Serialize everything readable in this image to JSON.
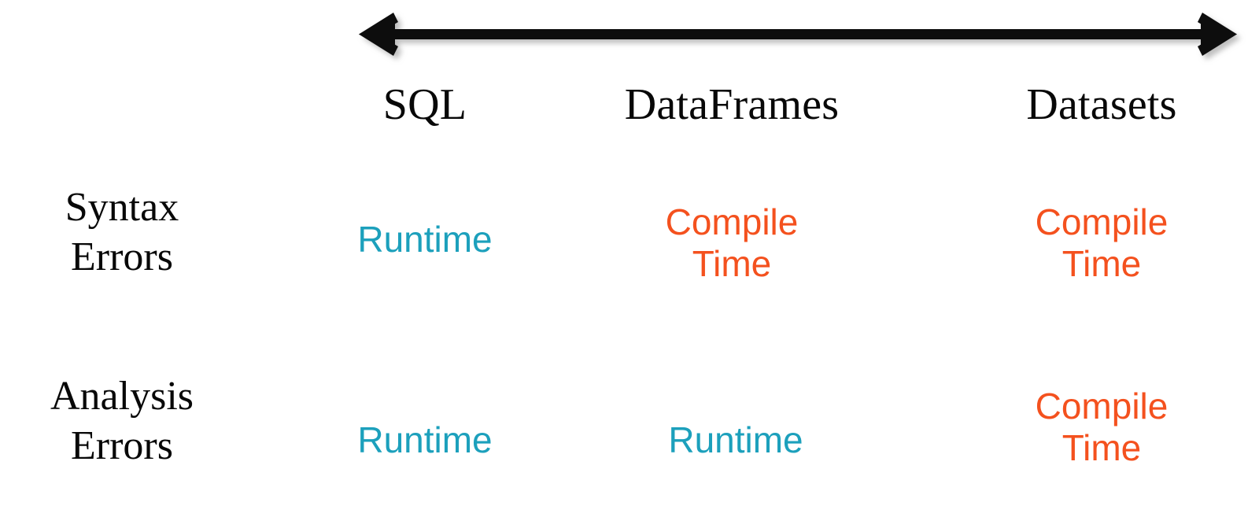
{
  "axis": {
    "name": "double-headed-arrow",
    "direction": "bidirectional",
    "color": "#0A0A0A"
  },
  "colors": {
    "runtime": "#1CA0BC",
    "compile_time": "#F4511E",
    "text": "#080808",
    "background": "#FFFFFF"
  },
  "matrix": {
    "columns": [
      {
        "label": "SQL"
      },
      {
        "label": "DataFrames"
      },
      {
        "label": "Datasets"
      }
    ],
    "rows": [
      {
        "label_lines": [
          "Syntax",
          "Errors"
        ],
        "cells": [
          {
            "lines": [
              "Runtime"
            ],
            "kind": "runtime"
          },
          {
            "lines": [
              "Compile",
              "Time"
            ],
            "kind": "compile"
          },
          {
            "lines": [
              "Compile",
              "Time"
            ],
            "kind": "compile"
          }
        ]
      },
      {
        "label_lines": [
          "Analysis",
          "Errors"
        ],
        "cells": [
          {
            "lines": [
              "Runtime"
            ],
            "kind": "runtime"
          },
          {
            "lines": [
              "Runtime"
            ],
            "kind": "runtime"
          },
          {
            "lines": [
              "Compile",
              "Time"
            ],
            "kind": "compile"
          }
        ]
      }
    ]
  }
}
